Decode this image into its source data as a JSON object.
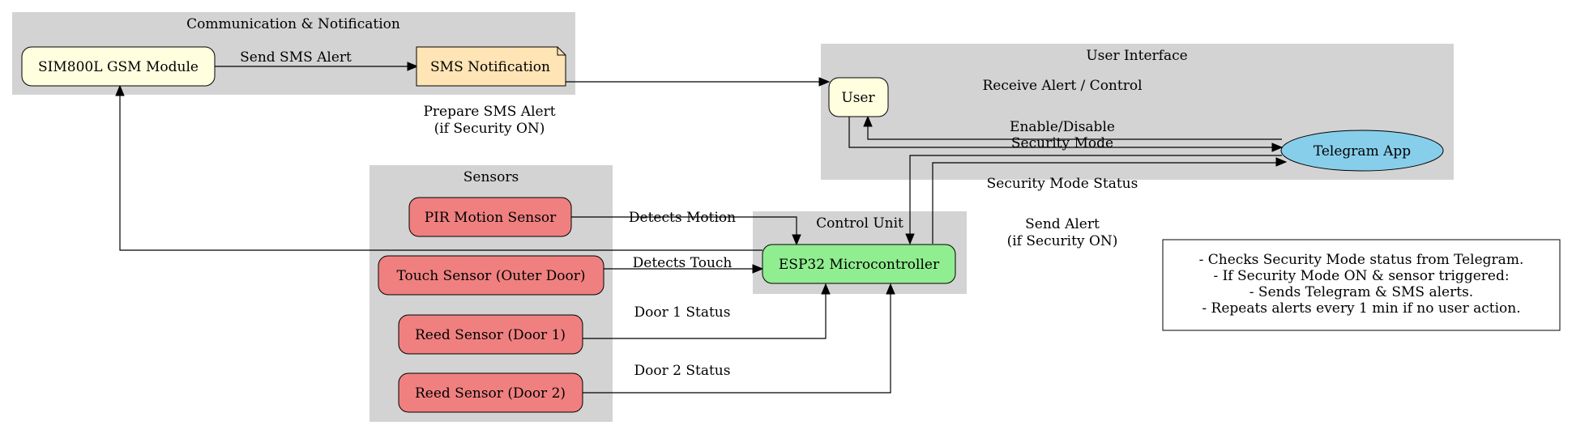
{
  "clusters": {
    "comm": "Communication & Notification",
    "ui": "User Interface",
    "sensors": "Sensors",
    "control": "Control Unit"
  },
  "nodes": {
    "gsm": "SIM800L GSM Module",
    "sms": "SMS Notification",
    "user": "User",
    "telegram": "Telegram App",
    "pir": "PIR Motion Sensor",
    "touch": "Touch Sensor (Outer Door)",
    "reed1": "Reed Sensor (Door 1)",
    "reed2": "Reed Sensor (Door 2)",
    "esp32": "ESP32 Microcontroller"
  },
  "edges": {
    "send_sms": "Send SMS Alert",
    "prepare_sms_1": "Prepare SMS Alert",
    "prepare_sms_2": "(if Security ON)",
    "receive_alert": "Receive Alert / Control",
    "enable_1": "Enable/Disable",
    "enable_2": "Security Mode",
    "mode_status": "Security Mode Status",
    "send_alert_1": "Send Alert",
    "send_alert_2": "(if Security ON)",
    "detects_motion": "Detects Motion",
    "detects_touch": "Detects Touch",
    "door1": "Door 1 Status",
    "door2": "Door 2 Status"
  },
  "note": {
    "line1": "- Checks Security Mode status from Telegram.",
    "line2": "- If Security Mode ON & sensor triggered:",
    "line3": "- Sends Telegram & SMS alerts.",
    "line4": "- Repeats alerts every 1 min if no user action."
  },
  "colors": {
    "cluster_fill": "#d3d3d3",
    "gsm_fill": "#ffffe0",
    "sms_fill": "#ffe4b5",
    "user_fill": "#ffffe0",
    "telegram_fill": "#87ceeb",
    "sensor_fill": "#f08080",
    "esp32_fill": "#90ee90"
  }
}
